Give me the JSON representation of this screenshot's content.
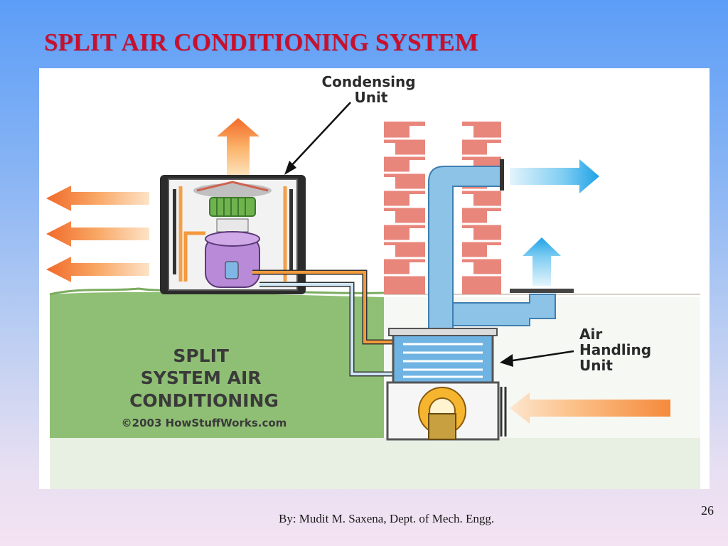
{
  "slide": {
    "title": "SPLIT AIR CONDITIONING SYSTEM",
    "footer": "By: Mudit M. Saxena, Dept. of Mech. Engg.",
    "page_number": "26"
  },
  "diagram": {
    "condensing_unit_label": [
      "Condensing",
      "Unit"
    ],
    "air_handling_unit_label": [
      "Air",
      "Handling",
      "Unit"
    ],
    "caption": [
      "SPLIT",
      "SYSTEM AIR",
      "CONDITIONING"
    ],
    "copyright": "©2003 HowStuffWorks.com"
  },
  "colors": {
    "title": "#c8102e",
    "warm_arrow": "#f58a3c",
    "cool_arrow": "#29a8e8",
    "brick": "#e8867c",
    "duct": "#8ec3e8",
    "ground": "#8fbf74",
    "compressor": "#b98ad8"
  }
}
